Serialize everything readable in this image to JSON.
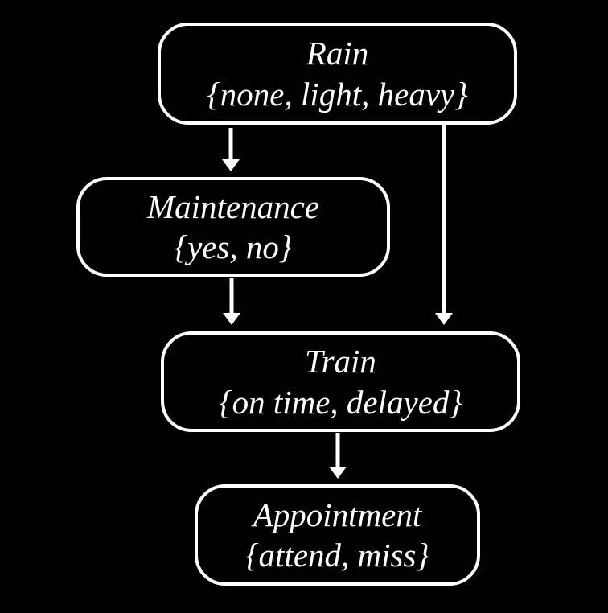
{
  "diagram": {
    "title": "bayesian-network",
    "colors": {
      "background": "#000000",
      "node_border": "#ffffff",
      "node_fill": "#000000",
      "text": "#ffffff",
      "arrow": "#ffffff"
    },
    "nodes": [
      {
        "id": "rain",
        "label": "Rain",
        "values": "{none, light, heavy}"
      },
      {
        "id": "maintenance",
        "label": "Maintenance",
        "values": "{yes, no}"
      },
      {
        "id": "train",
        "label": "Train",
        "values": "{on time, delayed}"
      },
      {
        "id": "appointment",
        "label": "Appointment",
        "values": "{attend, miss}"
      }
    ],
    "edges": [
      {
        "from": "rain",
        "to": "maintenance"
      },
      {
        "from": "rain",
        "to": "train"
      },
      {
        "from": "maintenance",
        "to": "train"
      },
      {
        "from": "train",
        "to": "appointment"
      }
    ]
  }
}
